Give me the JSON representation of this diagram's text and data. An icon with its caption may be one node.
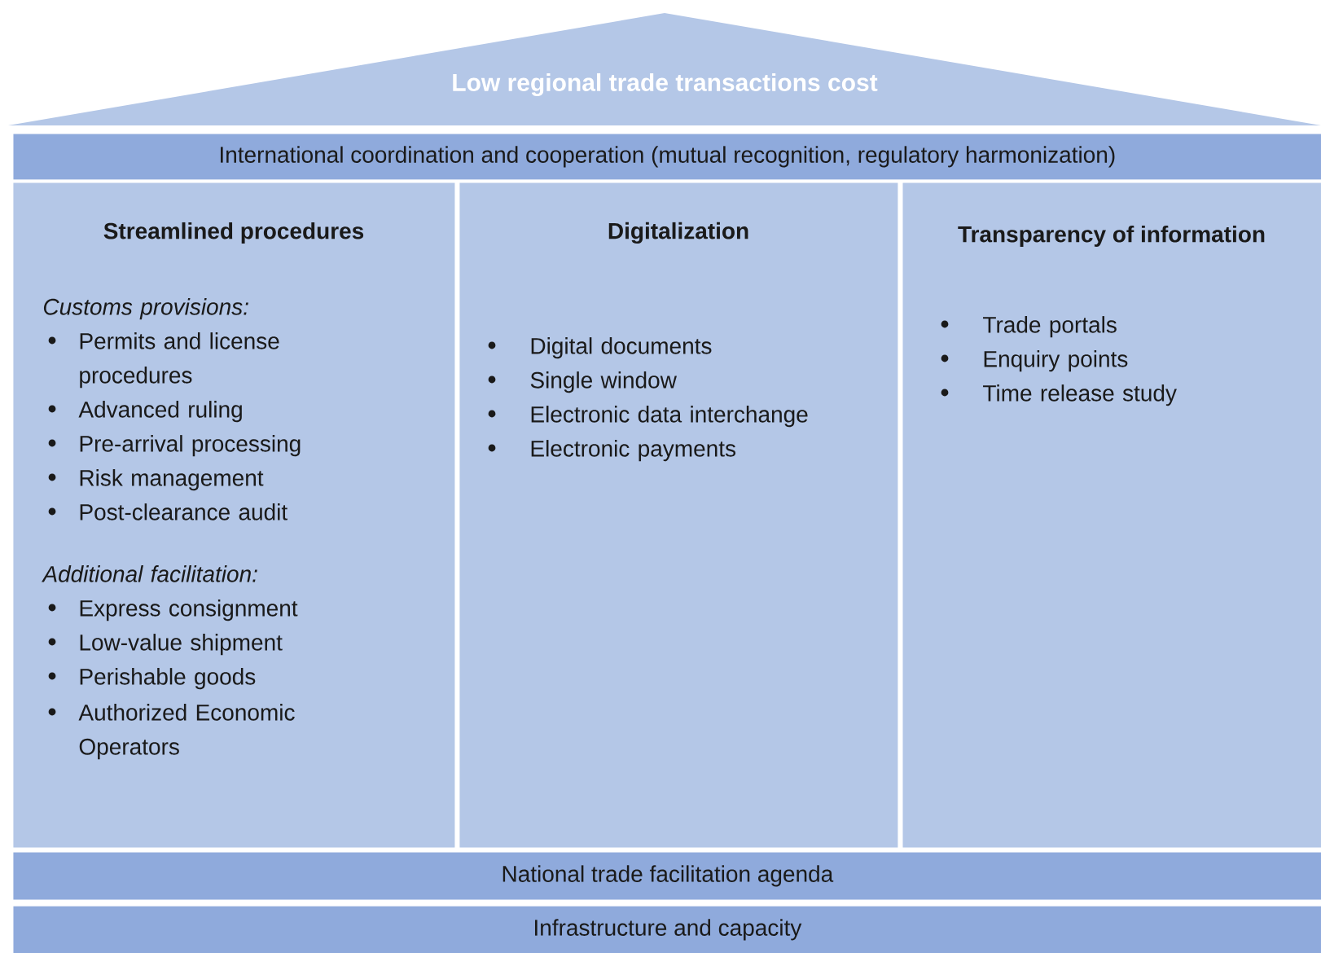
{
  "diagram": {
    "nodes": [
      {
        "text": [
          "Low regional trade transactions cost"
        ]
      },
      {
        "text": [
          "International coordination and cooperation (mutual recognition, regulatory harmonization)"
        ]
      },
      {
        "text": [
          "Streamlined procedures",
          "Customs provisions:",
          "Permits and license procedures",
          "Advanced ruling",
          "Pre-arrival processing",
          "Risk management",
          "Post-clearance audit",
          "Additional facilitation:",
          "Express consignment",
          "Low-value shipment",
          "Perishable goods",
          "Authorized Economic Operators"
        ]
      },
      {
        "text": [
          "Digitalization",
          "Digital documents",
          "Single window",
          "Electronic data interchange",
          "Electronic payments"
        ]
      },
      {
        "text": [
          "Transparency of information",
          "Trade portals",
          "Enquiry points",
          "Time release study"
        ]
      },
      {
        "text": [
          "National trade facilitation agenda"
        ]
      },
      {
        "text": [
          "Infrastructure and capacity"
        ]
      }
    ]
  }
}
